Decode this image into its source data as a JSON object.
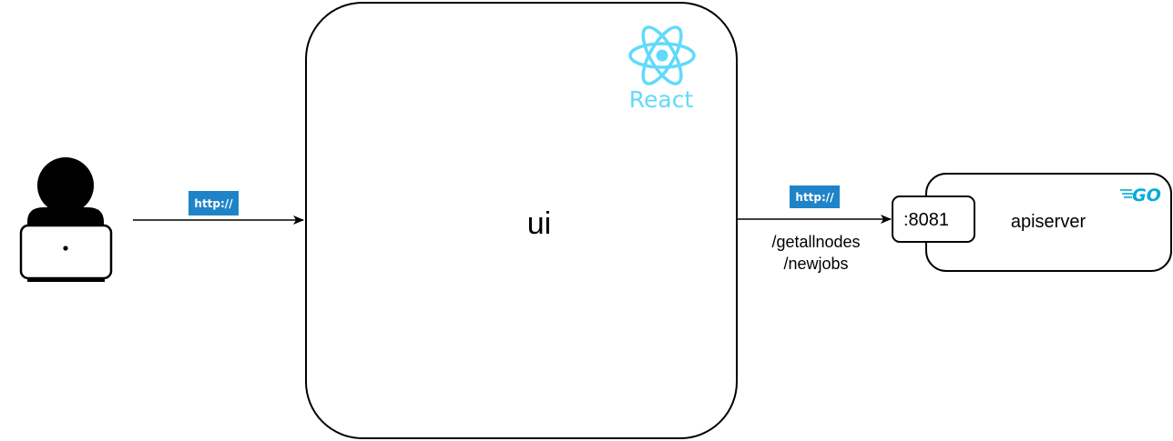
{
  "diagram": {
    "ui_node": {
      "label": "ui",
      "logo_text": "React"
    },
    "apiserver_node": {
      "label": "apiserver",
      "port": ":8081",
      "logo_text": "GO"
    },
    "edges": {
      "user_to_ui": {
        "protocol": "http://"
      },
      "ui_to_api": {
        "protocol": "http://",
        "endpoints": [
          "/getallnodes",
          "/newjobs"
        ]
      }
    },
    "colors": {
      "badge": "#1f84c7",
      "react": "#61dafb",
      "go": "#00acd7",
      "stroke": "#000000"
    }
  }
}
